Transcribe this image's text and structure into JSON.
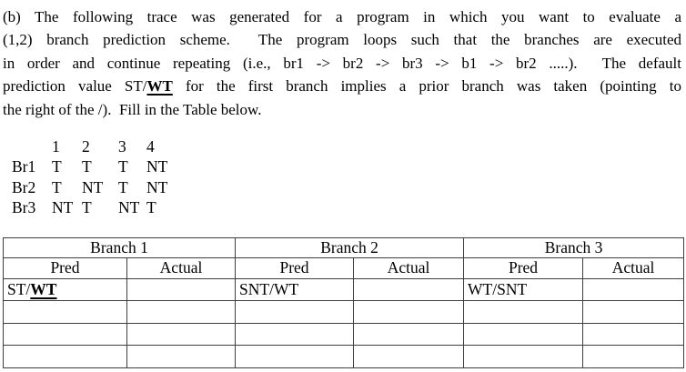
{
  "question": {
    "line1": "(b) The following trace was generated for a program in which you want to evaluate a",
    "line2": "(1,2) branch prediction scheme.  The program loops such that the branches are executed",
    "line3": "in order and continue repeating (i.e., br1 -> br2 -> br3 -> b1 -> br2 .....).  The default",
    "line4_before": "prediction value ST/",
    "line4_mark": "WT",
    "line4_after": " for the first branch implies a prior branch was taken (pointing to",
    "line5": "the right of the /).  Fill in the Table below."
  },
  "trace": {
    "columns": [
      "1",
      "2",
      "3",
      "4"
    ],
    "rows": [
      {
        "label": "Br1",
        "values": [
          "T",
          "T",
          "T",
          "NT"
        ]
      },
      {
        "label": "Br2",
        "values": [
          "T",
          "NT",
          "T",
          "NT"
        ]
      },
      {
        "label": "Br3",
        "values": [
          "NT",
          "T",
          "NT",
          "T"
        ]
      }
    ]
  },
  "prediction_table": {
    "branch_headers": [
      "Branch 1",
      "Branch 2",
      "Branch 3"
    ],
    "sub_headers": [
      "Pred",
      "Actual",
      "Pred",
      "Actual",
      "Pred",
      "Actual"
    ],
    "row1": {
      "branch1_pred_prefix": "ST/",
      "branch1_pred_mark": "WT",
      "branch2_pred": "SNT/WT",
      "branch3_pred": "WT/SNT"
    }
  },
  "colors": {
    "background": "#ffffff",
    "text": "#000000",
    "table_border": "#3f3f3f"
  }
}
